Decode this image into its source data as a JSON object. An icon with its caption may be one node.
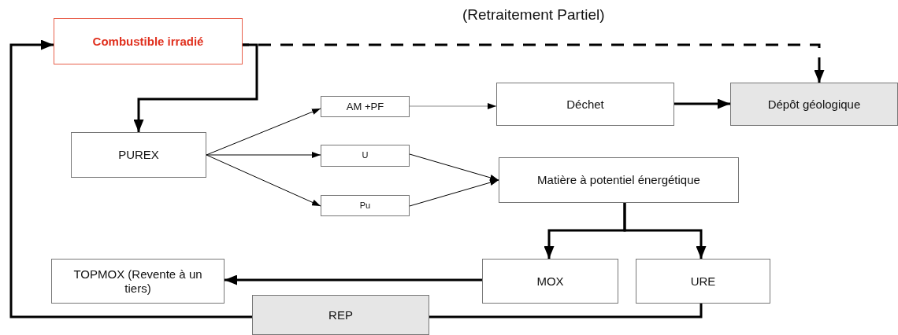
{
  "diagram": {
    "nodes": [
      {
        "text": [
          "Combustible irradié"
        ]
      },
      {
        "text": [
          "PUREX"
        ]
      },
      {
        "text": [
          "AM +PF"
        ]
      },
      {
        "text": [
          "U"
        ]
      },
      {
        "text": [
          "Pu"
        ]
      },
      {
        "text": [
          "Déchet"
        ]
      },
      {
        "text": [
          "Dépôt géologique"
        ]
      },
      {
        "text": [
          "Matière à potentiel énergétique"
        ]
      },
      {
        "text": [
          "TOPMOX (Revente à un tiers)"
        ]
      },
      {
        "text": [
          "MOX"
        ]
      },
      {
        "text": [
          "URE"
        ]
      },
      {
        "text": [
          "REP"
        ]
      }
    ],
    "edges": [
      {
        "from": 0,
        "to": 1,
        "arrow": "to"
      },
      {
        "from": 0,
        "to": 6,
        "arrow": "to",
        "style": "dashed",
        "label": "(Retraitement Partiel)"
      },
      {
        "from": 1,
        "to": 2,
        "arrow": "to"
      },
      {
        "from": 1,
        "to": 3,
        "arrow": "to"
      },
      {
        "from": 1,
        "to": 4,
        "arrow": "to"
      },
      {
        "from": 2,
        "to": 5,
        "arrow": "to",
        "color": "#8c8c8c"
      },
      {
        "from": 3,
        "to": 7,
        "arrow": "to"
      },
      {
        "from": 4,
        "to": 7,
        "arrow": "to"
      },
      {
        "from": 5,
        "to": 6,
        "arrow": "to"
      },
      {
        "from": 7,
        "to": 9,
        "arrow": "to"
      },
      {
        "from": 7,
        "to": 10,
        "arrow": "to"
      },
      {
        "from": 9,
        "to": 8,
        "arrow": "to"
      },
      {
        "from": 10,
        "to": 11,
        "arrow": "none"
      },
      {
        "from": 11,
        "to": 0,
        "arrow": "to"
      }
    ]
  }
}
